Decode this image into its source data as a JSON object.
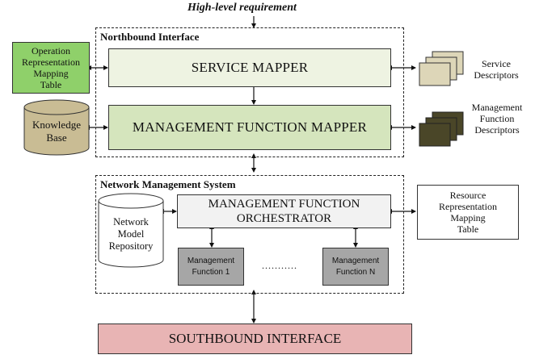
{
  "top_requirement": "High-level requirement",
  "northbound": {
    "title": "Northbound Interface",
    "service_mapper": "SERVICE MAPPER",
    "mgmt_function_mapper": "MANAGEMENT FUNCTION MAPPER",
    "operation_table": [
      "Operation",
      "Representation",
      "Mapping",
      "Table"
    ],
    "knowledge_base": [
      "Knowledge",
      "Base"
    ],
    "service_descriptors": [
      "Service",
      "Descriptors"
    ],
    "mgmt_function_descriptors": [
      "Management",
      "Function",
      "Descriptors"
    ]
  },
  "nms": {
    "title": "Network Management System",
    "orchestrator": [
      "MANAGEMENT FUNCTION",
      "ORCHESTRATOR"
    ],
    "network_model_repository": [
      "Network",
      "Model",
      "Repository"
    ],
    "resource_table": [
      "Resource",
      "Representation",
      "Mapping",
      "Table"
    ],
    "mgmt_function_1": [
      "Management",
      "Function 1"
    ],
    "mgmt_function_n": [
      "Management",
      "Function N"
    ],
    "ellipsis": "..........."
  },
  "southbound": "SOUTHBOUND INTERFACE",
  "colors": {
    "service_mapper_fill": "#eef3e2",
    "mgmt_mapper_fill": "#d5e5bd",
    "op_table_fill": "#8fd06a",
    "knowledge_base_fill": "#c9bc94",
    "service_desc_fill": "#ddd6b8",
    "mgmt_desc_fill": "#4a4628",
    "orchestrator_fill": "#f2f2f2",
    "mgmt_fn_fill": "#a6a6a6",
    "southbound_fill": "#e8b4b4"
  }
}
